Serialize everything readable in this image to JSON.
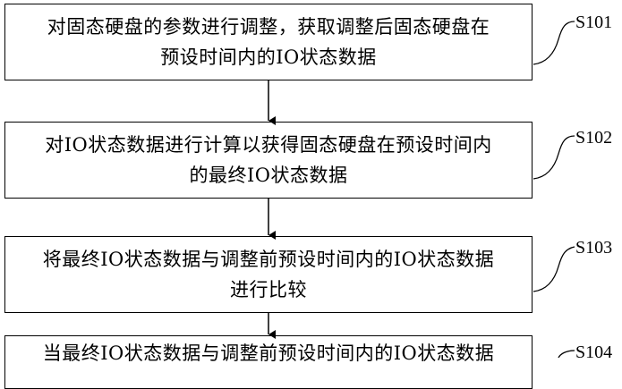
{
  "steps": [
    {
      "id": "S101",
      "label": "S101",
      "line1": "对固态硬盘的参数进行调整，获取调整后固态硬盘在",
      "line2": "预设时间内的IO状态数据"
    },
    {
      "id": "S102",
      "label": "S102",
      "line1": "对IO状态数据进行计算以获得固态硬盘在预设时间内",
      "line2": "的最终IO状态数据"
    },
    {
      "id": "S103",
      "label": "S103",
      "line1": "将最终IO状态数据与调整前预设时间内的IO状态数据",
      "line2": "进行比较"
    },
    {
      "id": "S104",
      "label": "S104",
      "line1": "当最终IO状态数据与调整前预设时间内的IO状态数据",
      "line2": ""
    }
  ]
}
